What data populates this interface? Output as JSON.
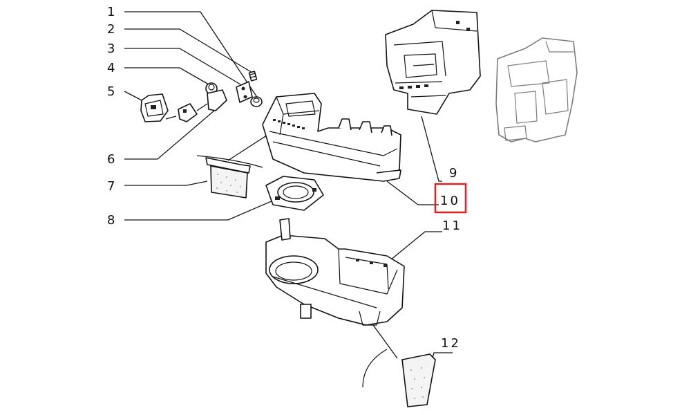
{
  "labels": {
    "l1": "1",
    "l2": "2",
    "l3": "3",
    "l4": "4",
    "l5": "5",
    "l6": "6",
    "l7": "7",
    "l8": "8",
    "l9": "9",
    "l10": "10",
    "l11": "11",
    "l12": "12"
  },
  "highlight": {
    "part": "10",
    "color": "#e02020"
  }
}
